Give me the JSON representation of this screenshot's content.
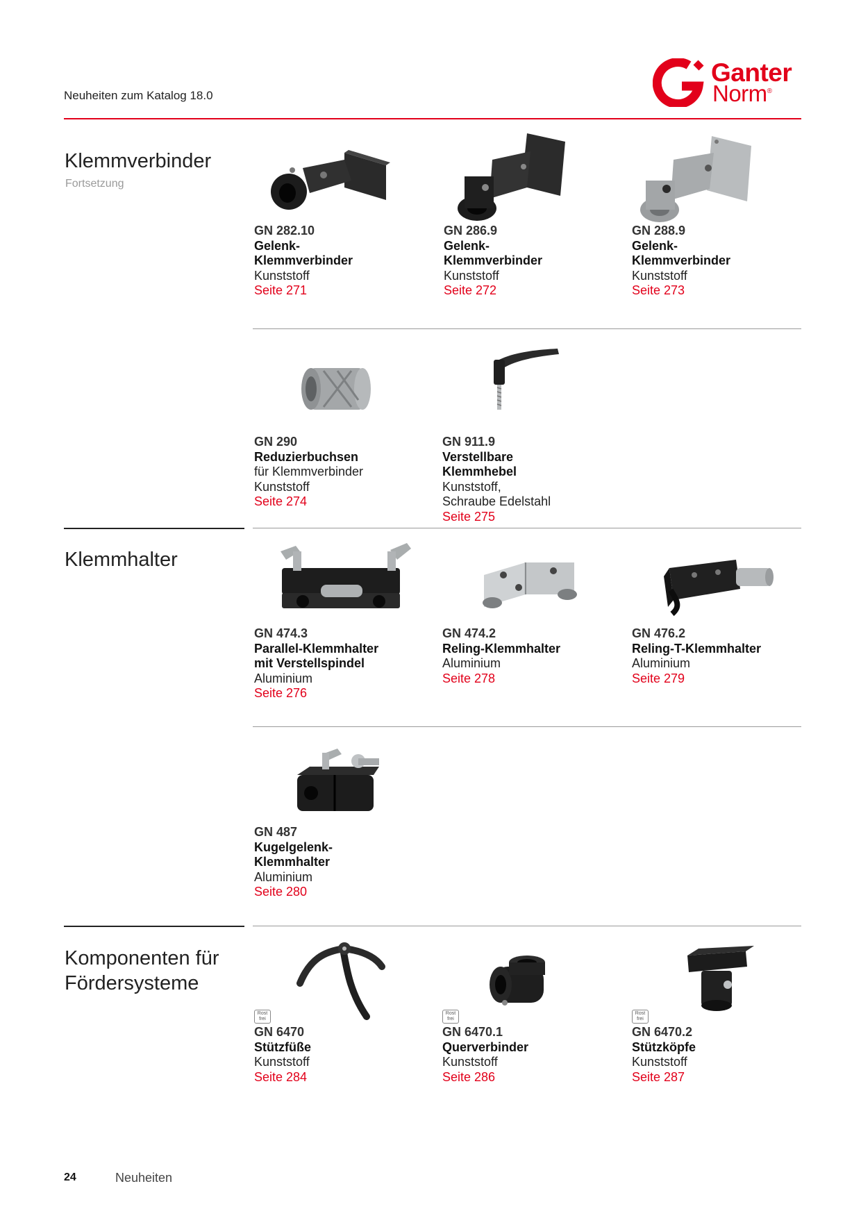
{
  "header": {
    "title": "Neuheiten zum Katalog 18.0"
  },
  "logo": {
    "line1": "Ganter",
    "line2": "Norm",
    "reg": "®",
    "color": "#e2001a"
  },
  "sections": [
    {
      "title": "Klemmverbinder",
      "subtitle": "Fortsetzung"
    },
    {
      "title": "Klemmhalter"
    },
    {
      "title": "Komponenten für\nFördersysteme"
    }
  ],
  "products": [
    {
      "code": "GN 282.10",
      "name": "Gelenk-\nKlemmverbinder",
      "material": "Kunststoff",
      "page": "Seite 271",
      "image": "swivel-clamp-black-icon"
    },
    {
      "code": "GN 286.9",
      "name": "Gelenk-\nKlemmverbinder",
      "material": "Kunststoff",
      "page": "Seite 272",
      "image": "swivel-clamp-flange-black-icon"
    },
    {
      "code": "GN 288.9",
      "name": "Gelenk-\nKlemmverbinder",
      "material": "Kunststoff",
      "page": "Seite 273",
      "image": "swivel-clamp-flange-grey-icon"
    },
    {
      "code": "GN 290",
      "name": "Reduzierbuchsen",
      "material": "für Klemmverbinder\nKunststoff",
      "page": "Seite 274",
      "image": "reducing-bushing-icon"
    },
    {
      "code": "GN 911.9",
      "name": "Verstellbare\nKlemmhebel",
      "material": "Kunststoff,\nSchraube Edelstahl",
      "page": "Seite 275",
      "image": "clamping-lever-icon"
    },
    {
      "code": "GN 474.3",
      "name": "Parallel-Klemmhalter\nmit Verstellspindel",
      "material": "Aluminium",
      "page": "Seite 276",
      "image": "parallel-clamp-icon"
    },
    {
      "code": "GN 474.2",
      "name": "Reling-Klemmhalter",
      "material": "Aluminium",
      "page": "Seite 278",
      "image": "rail-clamp-icon"
    },
    {
      "code": "GN 476.2",
      "name": "Reling-T-Klemmhalter",
      "material": "Aluminium",
      "page": "Seite 279",
      "image": "rail-t-clamp-icon"
    },
    {
      "code": "GN 487",
      "name": "Kugelgelenk-\nKlemmhalter",
      "material": "Aluminium",
      "page": "Seite 280",
      "image": "ball-joint-clamp-icon"
    },
    {
      "code": "GN 6470",
      "name": "Stützfüße",
      "material": "Kunststoff",
      "page": "Seite 284",
      "image": "support-foot-icon",
      "badge": "Rost\nfrei"
    },
    {
      "code": "GN 6470.1",
      "name": "Querverbinder",
      "material": "Kunststoff",
      "page": "Seite 286",
      "image": "cross-connector-icon",
      "badge": "Rost\nfrei"
    },
    {
      "code": "GN 6470.2",
      "name": "Stützköpfe",
      "material": "Kunststoff",
      "page": "Seite 287",
      "image": "support-head-icon",
      "badge": "Rost\nfrei"
    }
  ],
  "footer": {
    "page_number": "24",
    "label": "Neuheiten"
  }
}
